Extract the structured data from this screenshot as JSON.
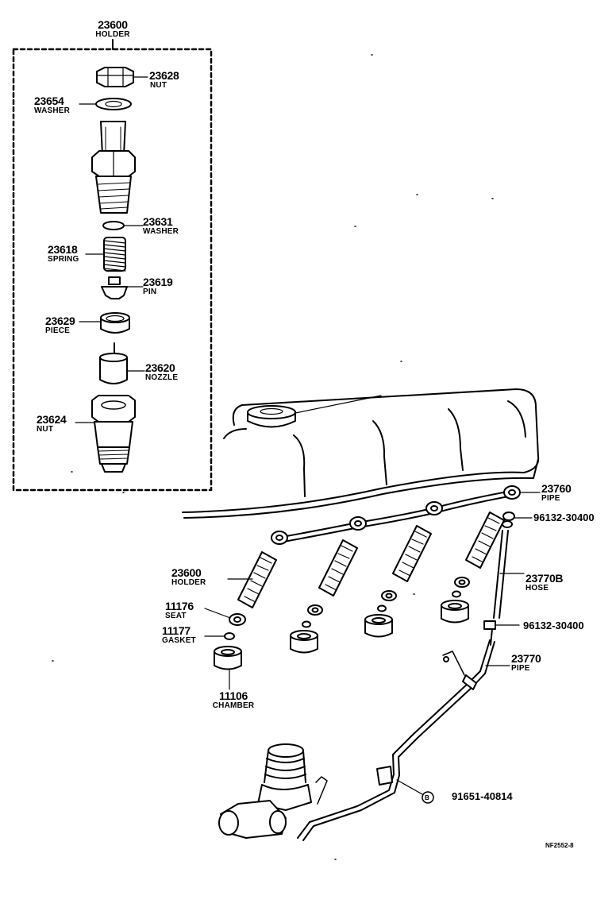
{
  "labels": {
    "holder_group": {
      "number": "23600",
      "name": "HOLDER"
    },
    "nut_top": {
      "number": "23628",
      "name": "NUT"
    },
    "washer_top": {
      "number": "23654",
      "name": "WASHER"
    },
    "washer_small": {
      "number": "23631",
      "name": "WASHER"
    },
    "spring": {
      "number": "23618",
      "name": "SPRING"
    },
    "pin": {
      "number": "23619",
      "name": "PIN"
    },
    "piece": {
      "number": "23629",
      "name": "PIECE"
    },
    "nozzle": {
      "number": "23620",
      "name": "NOZZLE"
    },
    "nut_bottom": {
      "number": "23624",
      "name": "NUT"
    },
    "holder_installed": {
      "number": "23600",
      "name": "HOLDER"
    },
    "seat": {
      "number": "11176",
      "name": "SEAT"
    },
    "gasket": {
      "number": "11177",
      "name": "GASKET"
    },
    "chamber": {
      "number": "11106",
      "name": "CHAMBER"
    },
    "pipe_top": {
      "number": "23760",
      "name": "PIPE"
    },
    "hose": {
      "number": "23770B",
      "name": "HOSE"
    },
    "pipe_bottom": {
      "number": "23770",
      "name": "PIPE"
    }
  },
  "codes": {
    "clamp_upper": "96132-30400",
    "clamp_lower": "96132-30400",
    "bolt": "91651-40814"
  },
  "bolt_marker": "B",
  "diagram_ref": "NF2552-8"
}
